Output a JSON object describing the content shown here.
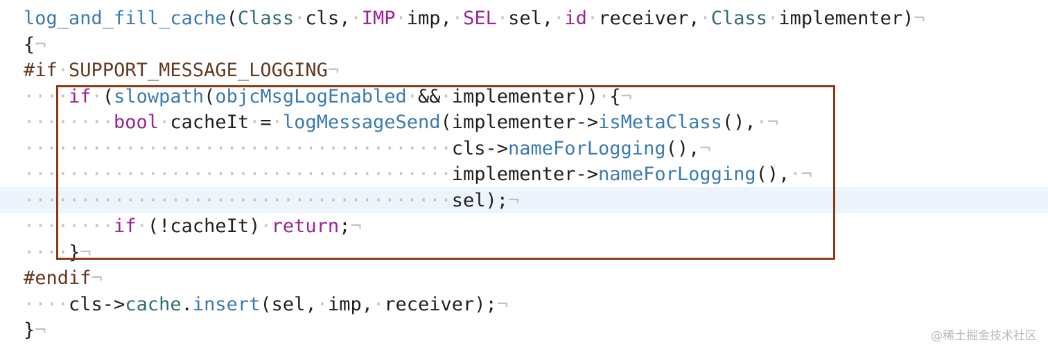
{
  "code": {
    "lines": [
      [
        {
          "t": "log_and_fill_cache",
          "c": "fn"
        },
        {
          "t": "(",
          "c": "pl"
        },
        {
          "t": "Class",
          "c": "ty"
        },
        {
          "t": "·",
          "c": "ws"
        },
        {
          "t": "cls,",
          "c": "pl"
        },
        {
          "t": "·",
          "c": "ws"
        },
        {
          "t": "IMP",
          "c": "kw"
        },
        {
          "t": "·",
          "c": "ws"
        },
        {
          "t": "imp,",
          "c": "pl"
        },
        {
          "t": "·",
          "c": "ws"
        },
        {
          "t": "SEL",
          "c": "kw"
        },
        {
          "t": "·",
          "c": "ws"
        },
        {
          "t": "sel,",
          "c": "pl"
        },
        {
          "t": "·",
          "c": "ws"
        },
        {
          "t": "id",
          "c": "kw"
        },
        {
          "t": "·",
          "c": "ws"
        },
        {
          "t": "receiver,",
          "c": "pl"
        },
        {
          "t": "·",
          "c": "ws"
        },
        {
          "t": "Class",
          "c": "ty"
        },
        {
          "t": "·",
          "c": "ws"
        },
        {
          "t": "implementer)",
          "c": "pl"
        },
        {
          "t": "¬",
          "c": "ws"
        }
      ],
      [
        {
          "t": "{",
          "c": "pl"
        },
        {
          "t": "¬",
          "c": "ws"
        }
      ],
      [
        {
          "t": "#if",
          "c": "pp"
        },
        {
          "t": "·",
          "c": "ws"
        },
        {
          "t": "SUPPORT_MESSAGE_LOGGING",
          "c": "pp"
        },
        {
          "t": "¬",
          "c": "ws"
        }
      ],
      [
        {
          "t": "····",
          "c": "ws"
        },
        {
          "t": "if",
          "c": "kw"
        },
        {
          "t": "·",
          "c": "ws"
        },
        {
          "t": "(",
          "c": "pl"
        },
        {
          "t": "slowpath",
          "c": "fn"
        },
        {
          "t": "(",
          "c": "pl"
        },
        {
          "t": "objcMsgLogEnabled",
          "c": "fn"
        },
        {
          "t": "·",
          "c": "ws"
        },
        {
          "t": "&&",
          "c": "pl"
        },
        {
          "t": "·",
          "c": "ws"
        },
        {
          "t": "implementer))",
          "c": "pl"
        },
        {
          "t": "·",
          "c": "ws"
        },
        {
          "t": "{",
          "c": "pl"
        },
        {
          "t": "¬",
          "c": "ws"
        }
      ],
      [
        {
          "t": "········",
          "c": "ws"
        },
        {
          "t": "bool",
          "c": "kw"
        },
        {
          "t": "·",
          "c": "ws"
        },
        {
          "t": "cacheIt",
          "c": "pl"
        },
        {
          "t": "·",
          "c": "ws"
        },
        {
          "t": "=",
          "c": "pl"
        },
        {
          "t": "·",
          "c": "ws"
        },
        {
          "t": "logMessageSend",
          "c": "fn"
        },
        {
          "t": "(implementer->",
          "c": "pl"
        },
        {
          "t": "isMetaClass",
          "c": "fn"
        },
        {
          "t": "(),",
          "c": "pl"
        },
        {
          "t": "·",
          "c": "ws"
        },
        {
          "t": "¬",
          "c": "ws"
        }
      ],
      [
        {
          "t": "······································",
          "c": "ws"
        },
        {
          "t": "cls->",
          "c": "pl"
        },
        {
          "t": "nameForLogging",
          "c": "fn"
        },
        {
          "t": "(),",
          "c": "pl"
        },
        {
          "t": "¬",
          "c": "ws"
        }
      ],
      [
        {
          "t": "······································",
          "c": "ws"
        },
        {
          "t": "implementer->",
          "c": "pl"
        },
        {
          "t": "nameForLogging",
          "c": "fn"
        },
        {
          "t": "(),",
          "c": "pl"
        },
        {
          "t": "·",
          "c": "ws"
        },
        {
          "t": "¬",
          "c": "ws"
        }
      ],
      [
        {
          "t": "······································",
          "c": "ws"
        },
        {
          "t": "sel);",
          "c": "pl"
        },
        {
          "t": "¬",
          "c": "ws"
        }
      ],
      [
        {
          "t": "········",
          "c": "ws"
        },
        {
          "t": "if",
          "c": "kw"
        },
        {
          "t": "·",
          "c": "ws"
        },
        {
          "t": "(!cacheIt)",
          "c": "pl"
        },
        {
          "t": "·",
          "c": "ws"
        },
        {
          "t": "return",
          "c": "kw"
        },
        {
          "t": ";",
          "c": "pl"
        },
        {
          "t": "¬",
          "c": "ws"
        }
      ],
      [
        {
          "t": "····",
          "c": "ws"
        },
        {
          "t": "}",
          "c": "pl"
        },
        {
          "t": "¬",
          "c": "ws"
        }
      ],
      [
        {
          "t": "#endif",
          "c": "pp"
        },
        {
          "t": "¬",
          "c": "ws"
        }
      ],
      [
        {
          "t": "····",
          "c": "ws"
        },
        {
          "t": "cls->",
          "c": "pl"
        },
        {
          "t": "cache",
          "c": "ty"
        },
        {
          "t": ".",
          "c": "pl"
        },
        {
          "t": "insert",
          "c": "fn"
        },
        {
          "t": "(sel,",
          "c": "pl"
        },
        {
          "t": "·",
          "c": "ws"
        },
        {
          "t": "imp,",
          "c": "pl"
        },
        {
          "t": "·",
          "c": "ws"
        },
        {
          "t": "receiver);",
          "c": "pl"
        },
        {
          "t": "¬",
          "c": "ws"
        }
      ],
      [
        {
          "t": "}",
          "c": "pl"
        },
        {
          "t": "¬",
          "c": "ws"
        }
      ]
    ]
  },
  "watermark": "@稀土掘金技术社区",
  "colors": {
    "background": "#ffffff",
    "current_line": "#eef4fc",
    "keyword": "#9b2393",
    "function": "#3a7ab3",
    "type": "#326d74",
    "preprocessor": "#643820",
    "plain": "#1f1f1f",
    "whitespace_marker": "#c2c2c2",
    "highlight_box": "#8a3a14"
  }
}
